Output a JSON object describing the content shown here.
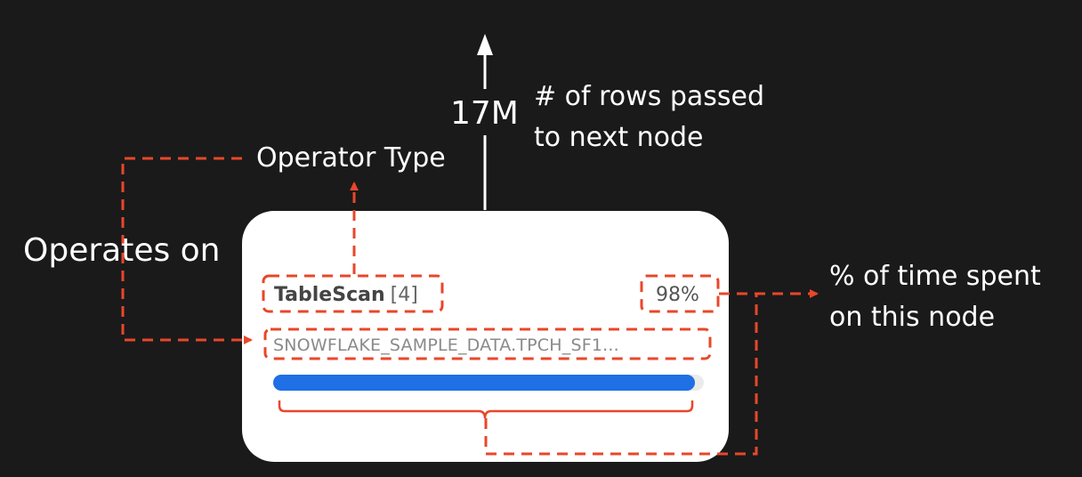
{
  "node": {
    "operator": "TableScan",
    "operator_id": "[4]",
    "time_percent_label": "98%",
    "time_fraction": 0.98,
    "source": "SNOWFLAKE_SAMPLE_DATA.TPCH_SF1..."
  },
  "annotations": {
    "rows_count": "17M",
    "rows_line1": "# of rows passed",
    "rows_line2": "to next node",
    "operator_type": "Operator Type",
    "operates_on": "Operates on",
    "time_line1": "% of time spent",
    "time_line2": "on this node"
  },
  "colors": {
    "background": "#1a1a1a",
    "annotation_dash": "#e8472a",
    "progress_bar": "#1f6fe5",
    "card": "#ffffff"
  }
}
